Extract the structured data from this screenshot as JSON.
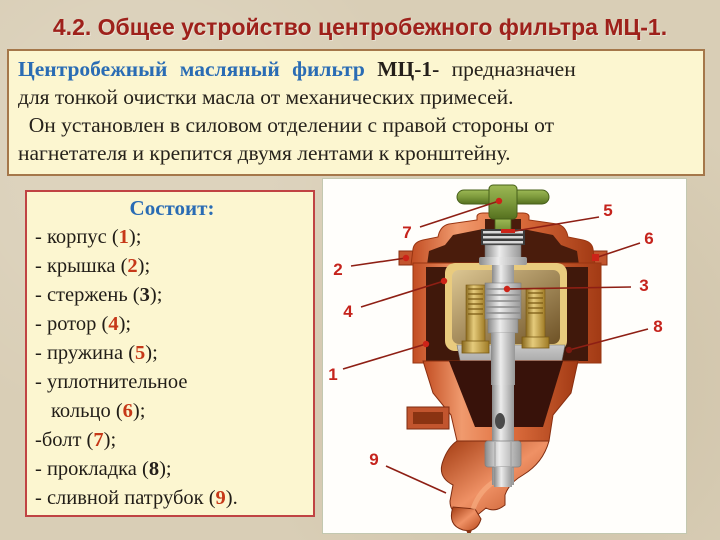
{
  "slide": {
    "title": "4.2. Общее устройство центробежного фильтра МЦ-1.",
    "intro": {
      "lead": "Центробежный масляный фильтр",
      "model": "МЦ-1-",
      "after_model": "предназначен",
      "line2": "для тонкой очистки масла от механических примесей.",
      "line3": "Он установлен в силовом отделении с правой стороны от",
      "line4": "нагнетателя и крепится двумя лентами к кронштейну."
    },
    "parts_panel": {
      "heading": "Состоит:",
      "rows": [
        {
          "before": "- корпус (",
          "num": "1",
          "after": ");",
          "num_color": "#c63818"
        },
        {
          "before": "- крышка (",
          "num": "2",
          "after": ");",
          "num_color": "#c63818"
        },
        {
          "before": "- стержень (",
          "num": "3",
          "after": ");",
          "num_color": "#241f1a"
        },
        {
          "before": "- ротор (",
          "num": "4",
          "after": ");",
          "num_color": "#c63818"
        },
        {
          "before": "- пружина (",
          "num": "5",
          "after": ");",
          "num_color": "#c63818"
        },
        {
          "before": "- уплотнительное",
          "num": "",
          "after": "",
          "num_color": "#c63818"
        },
        {
          "before": "кольцо (",
          "num": "6",
          "after": ");",
          "num_color": "#c63818"
        },
        {
          "before": "-болт (",
          "num": "7",
          "after": ");",
          "num_color": "#c63818"
        },
        {
          "before": "- прокладка (",
          "num": "8",
          "after": ");",
          "num_color": "#241f1a"
        },
        {
          "before": "- сливной патрубок (",
          "num": "9",
          "after": ").",
          "num_color": "#c63818"
        }
      ]
    },
    "diagram": {
      "callout_labels": [
        "1",
        "2",
        "3",
        "4",
        "5",
        "6",
        "7",
        "8",
        "9"
      ]
    },
    "colors": {
      "title_red": "#9e211b",
      "accent_blue": "#2a6cb4",
      "number_red": "#c63818",
      "callout_red": "#c5231c",
      "panel_bg": "#fcf6d0"
    }
  }
}
